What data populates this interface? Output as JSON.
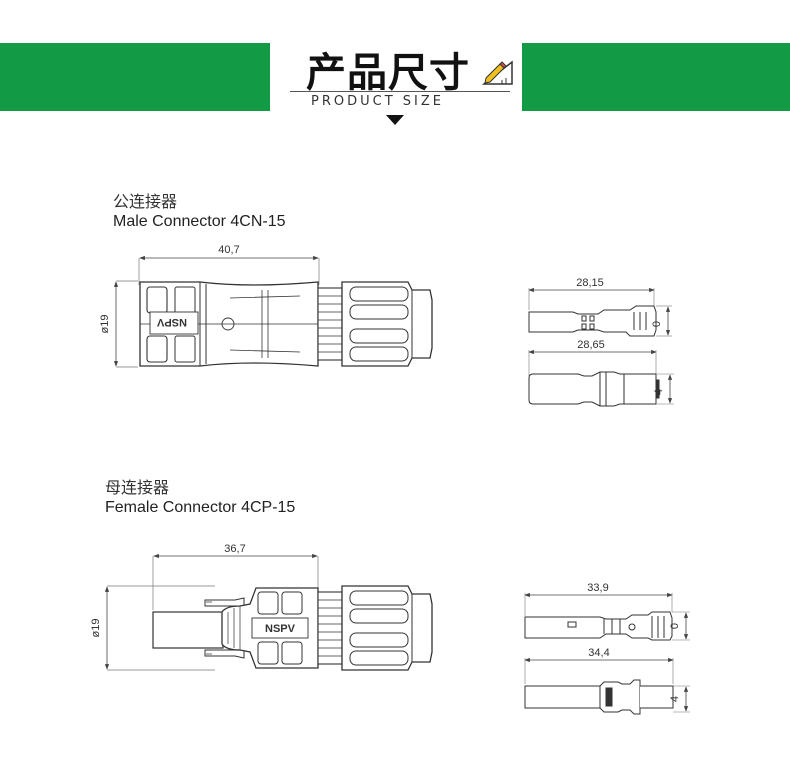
{
  "header": {
    "title_zh": "产品尺寸",
    "title_en": "PRODUCT SIZE",
    "band_color": "#129a44"
  },
  "male": {
    "title_zh": "公连接器",
    "title_en": "Male Connector 4CN-15",
    "length_label": "40,7",
    "diameter_label": "ø19",
    "brand_label": "NSPV",
    "pin_top_label": "28,15",
    "pin_bottom_label": "28,65",
    "pin_top_side": "0",
    "pin_bottom_side": "4"
  },
  "female": {
    "title_zh": "母连接器",
    "title_en": "Female Connector  4CP-15",
    "length_label": "36,7",
    "diameter_label": "ø19",
    "brand_label": "NSPV",
    "pin_top_label": "33,9",
    "pin_bottom_label": "34,4",
    "pin_top_side": "0",
    "pin_bottom_side": "4"
  }
}
